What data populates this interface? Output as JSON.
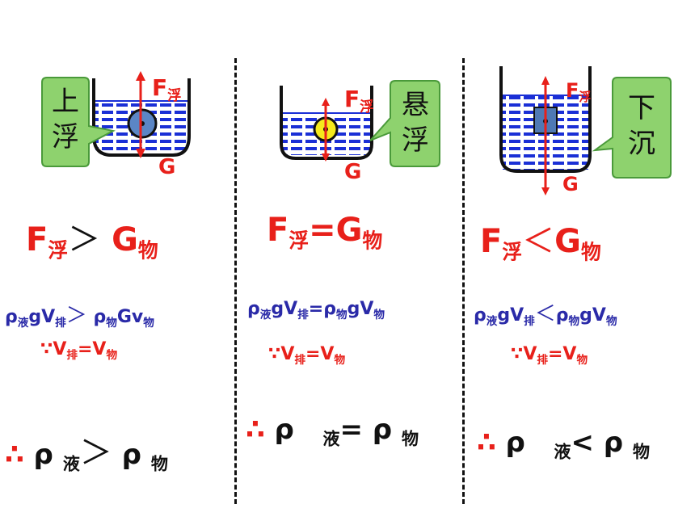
{
  "force_labels": {
    "buoyancy": "F",
    "buoyancy_sub": "浮",
    "gravity": "G"
  },
  "callouts": {
    "rise": [
      "上",
      "浮"
    ],
    "suspend": [
      "悬",
      "浮"
    ],
    "sink": [
      "下",
      "沉"
    ]
  },
  "columns": [
    {
      "force_relation": {
        "F": "F",
        "F_sub": "浮",
        "op": "＞",
        "G": "G",
        "G_sub": "物"
      },
      "equation": {
        "rho_l": "ρ",
        "rho_l_sub": "液",
        "gV": "gV",
        "gV_sub": "排",
        "op": "＞",
        "rho_o": "ρ",
        "rho_o_sub": "物",
        "tail": "Gv",
        "tail_sub": "物"
      },
      "since": {
        "sym": "∵",
        "V1": "V",
        "V1_sub": "排",
        "eq": "=",
        "V2": "V",
        "V2_sub": "物"
      },
      "result": {
        "sym": "∴",
        "rho1": "ρ",
        "rho1_sub": "液",
        "op": "＞",
        "rho2": "ρ",
        "rho2_sub": "物"
      }
    },
    {
      "force_relation": {
        "F": "F",
        "F_sub": "浮",
        "op": "=",
        "G": "G",
        "G_sub": "物"
      },
      "equation": {
        "rho_l": "ρ",
        "rho_l_sub": "液",
        "gV": "gV",
        "gV_sub": "排",
        "op": "=",
        "rho_o": "ρ",
        "rho_o_sub": "物",
        "tail": "gV",
        "tail_sub": "物"
      },
      "since": {
        "sym": "∵",
        "V1": "V",
        "V1_sub": "排",
        "eq": "=",
        "V2": "V",
        "V2_sub": "物"
      },
      "result": {
        "sym": "∴",
        "rho1": "ρ",
        "rho1_sub": "液",
        "op": "=",
        "rho2": "ρ",
        "rho2_sub": "物"
      }
    },
    {
      "force_relation": {
        "F": "F",
        "F_sub": "浮",
        "op": "＜",
        "G": "G",
        "G_sub": "物"
      },
      "equation": {
        "rho_l": "ρ",
        "rho_l_sub": "液",
        "gV": "gV",
        "gV_sub": "排",
        "op": "＜",
        "rho_o": "ρ",
        "rho_o_sub": "物",
        "tail": "gV",
        "tail_sub": "物"
      },
      "since": {
        "sym": "∵",
        "V1": "V",
        "V1_sub": "排",
        "eq": "=",
        "V2": "V",
        "V2_sub": "物"
      },
      "result": {
        "sym": "∴",
        "rho1": "ρ",
        "rho1_sub": "液",
        "op": "<",
        "rho2": "ρ",
        "rho2_sub": "物"
      }
    }
  ],
  "colors": {
    "water": "#1a2fd6",
    "beaker_fill": "#ffffff",
    "arrow": "#e8201a",
    "callout_fill": "#8ed26e",
    "object_rise": "#5b86c6",
    "object_suspend": "#f5ea1c",
    "object_sink": "#4f79b4"
  }
}
